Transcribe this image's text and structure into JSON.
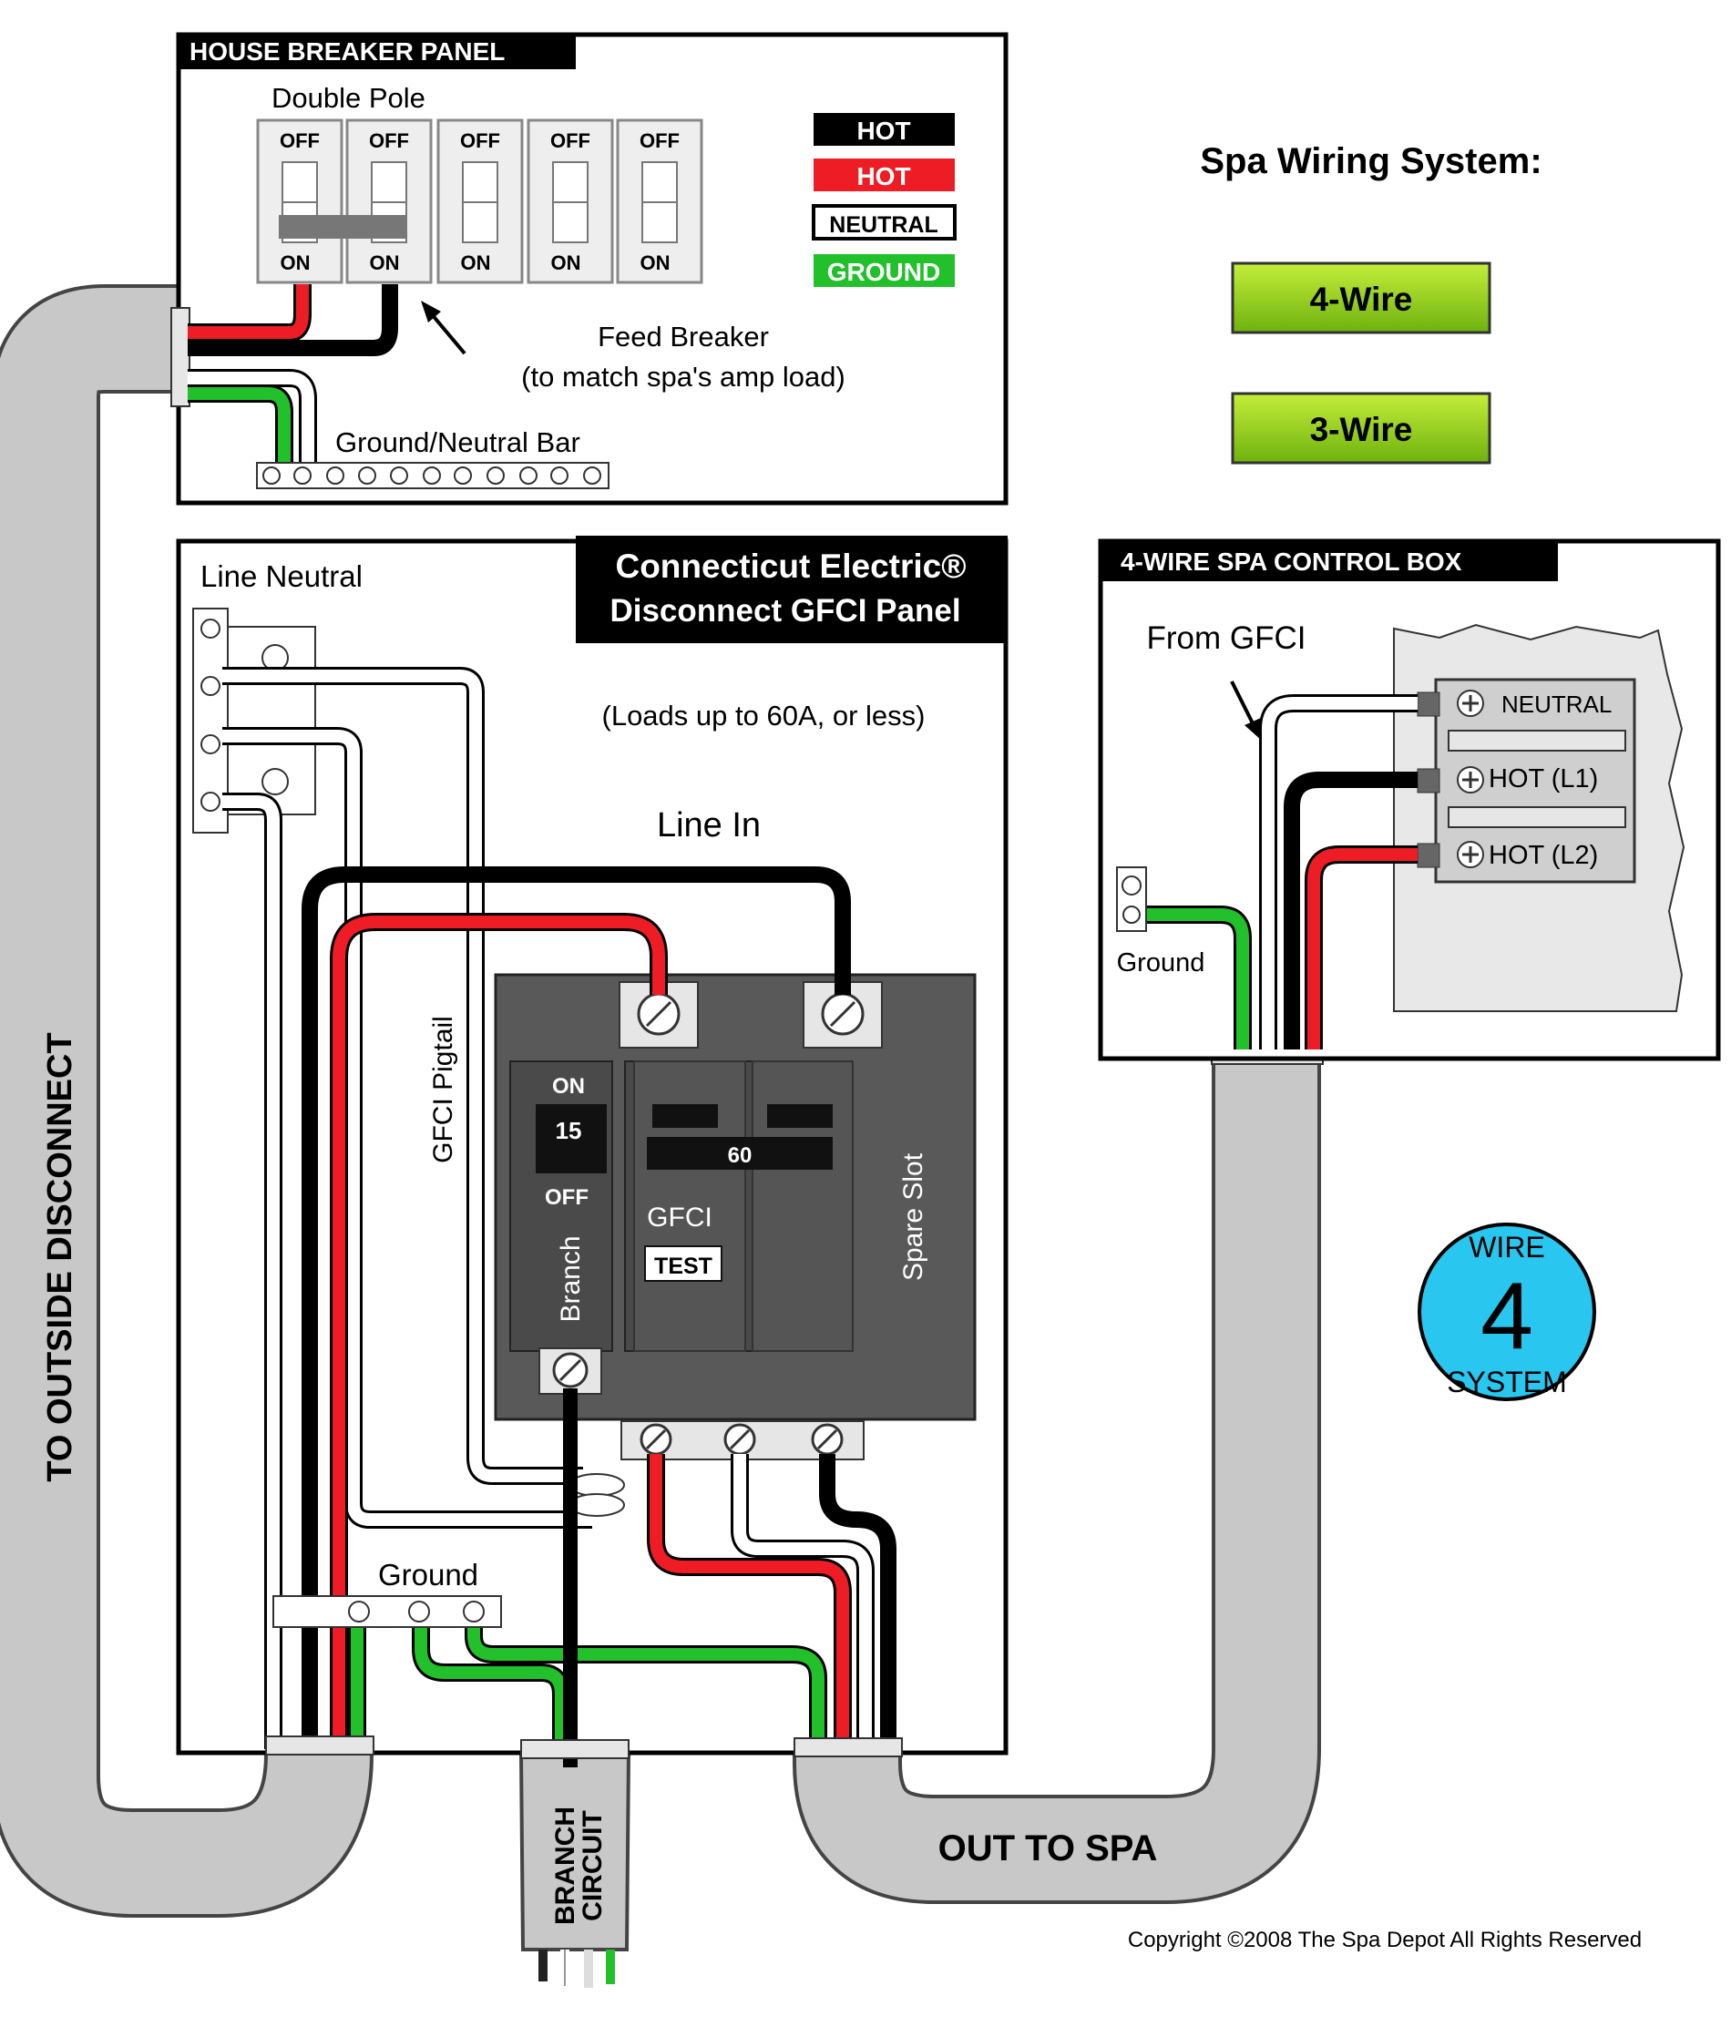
{
  "title": "Spa Wiring System:",
  "buttons": {
    "four_wire": "4-Wire",
    "three_wire": "3-Wire"
  },
  "house_panel": {
    "title": "HOUSE BREAKER PANEL",
    "double_pole": "Double Pole",
    "off": "OFF",
    "on": "ON",
    "feed_breaker_1": "Feed Breaker",
    "feed_breaker_2": "(to match spa's amp load)",
    "ground_neutral_bar": "Ground/Neutral Bar"
  },
  "legend": {
    "hot_black": "HOT",
    "hot_red": "HOT",
    "neutral": "NEUTRAL",
    "ground": "GROUND"
  },
  "gfci_panel": {
    "title_1": "Connecticut Electric®",
    "title_2": "Disconnect GFCI Panel",
    "loads": "(Loads up to 60A, or less)",
    "line_neutral": "Line Neutral",
    "line_in": "Line In",
    "gfci_pigtail": "GFCI Pigtail",
    "ground": "Ground",
    "breaker_on": "ON",
    "breaker_15": "15",
    "breaker_off": "OFF",
    "branch": "Branch",
    "breaker_60": "60",
    "gfci": "GFCI",
    "test": "TEST",
    "spare_slot": "Spare Slot"
  },
  "spa_box": {
    "title": "4-WIRE SPA CONTROL BOX",
    "from_gfci": "From GFCI",
    "neutral": "NEUTRAL",
    "hot_l1": "HOT (L1)",
    "hot_l2": "HOT (L2)",
    "ground": "Ground"
  },
  "badge": {
    "top": "WIRE",
    "number": "4",
    "bottom": "SYSTEM"
  },
  "labels": {
    "outside_disconnect": "TO OUTSIDE DISCONNECT",
    "branch_circuit_1": "BRANCH",
    "branch_circuit_2": "CIRCUIT",
    "out_to_spa": "OUT TO SPA",
    "copyright": "Copyright ©2008 The Spa Depot All Rights Reserved"
  },
  "colors": {
    "hot_black": "#000000",
    "hot_red": "#ee1c24",
    "neutral": "#ffffff",
    "ground": "#22c02a",
    "conduit": "#c8c8c8",
    "button": "#8fd11a",
    "badge": "#29c6ef"
  }
}
